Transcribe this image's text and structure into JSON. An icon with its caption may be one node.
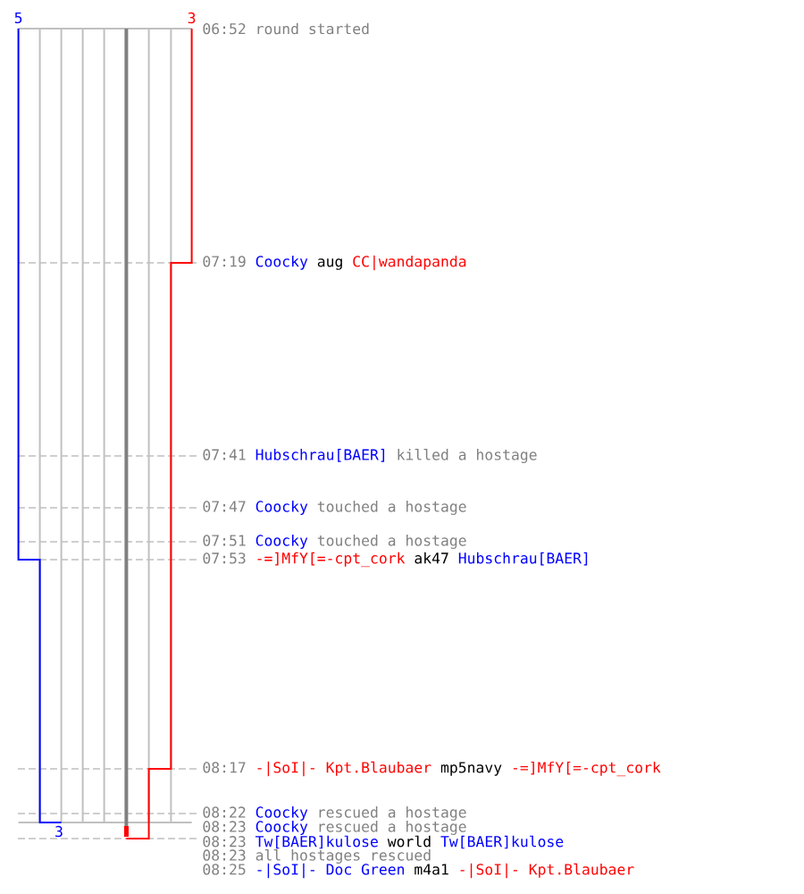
{
  "diagram": {
    "labels": [
      "5",
      "3",
      "06:52",
      "round started",
      "07:19",
      "Coocky",
      "aug",
      "CC|wandapanda",
      "07:41",
      "Hubschrau[BAER]",
      "killed a hostage",
      "07:47",
      "Coocky",
      "touched a hostage",
      "07:51",
      "Coocky",
      "touched a hostage",
      "07:53",
      "-=]MfY[=-cpt_cork",
      "ak47",
      "Hubschrau[BAER]",
      "08:17",
      "-|SoI|- Kpt.Blaubaer",
      "mp5navy",
      "-=]MfY[=-cpt_cork",
      "08:22",
      "Coocky",
      "rescued a hostage",
      "08:23",
      "Coocky",
      "rescued a hostage",
      "08:23",
      "Tw[BAER]kulose",
      "world",
      "Tw[BAER]kulose",
      "08:23",
      "all hostages rescued",
      "08:25",
      "-|SoI|- Doc Green",
      "m4a1",
      "-|SoI|- Kpt.Blaubaer",
      "3"
    ]
  }
}
